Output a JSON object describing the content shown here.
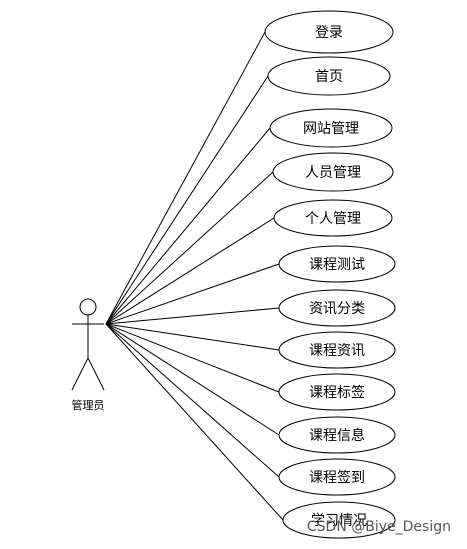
{
  "actor": {
    "label": "管理员"
  },
  "use_cases": [
    "登录",
    "首页",
    "网站管理",
    "人员管理",
    "个人管理",
    "课程测试",
    "资讯分类",
    "课程资讯",
    "课程标签",
    "课程信息",
    "课程签到",
    "学习情况"
  ],
  "watermark": "CSDN @Biye_Design"
}
